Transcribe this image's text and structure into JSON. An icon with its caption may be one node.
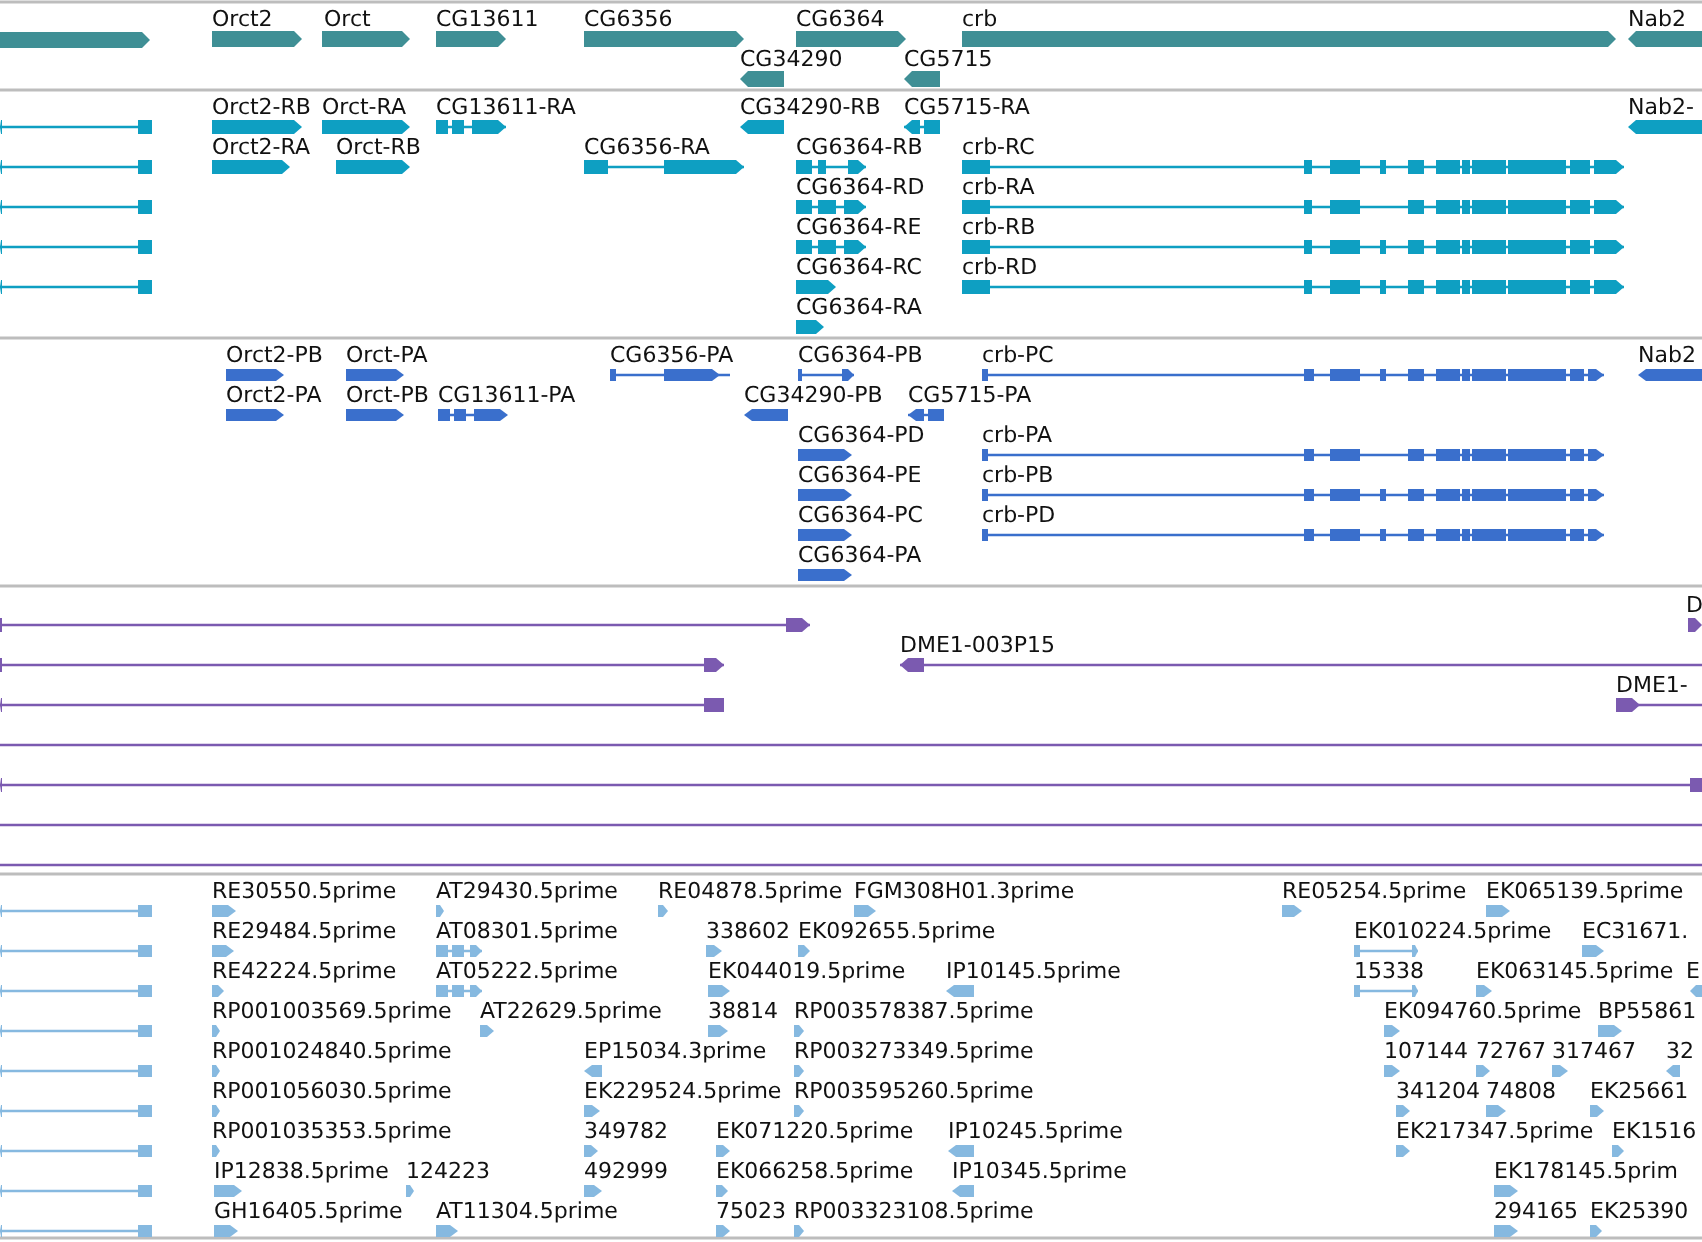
{
  "diagram": {
    "labels": [
      "Orct2",
      "Orct",
      "CG13611",
      "CG6356",
      "CG6364",
      "crb",
      "Nab2",
      "CG34290",
      "CG5715",
      "Orct2-RB",
      "Orct-RA",
      "CG13611-RA",
      "CG34290-RB",
      "CG5715-RA",
      "Nab2-",
      "Orct2-RA",
      "Orct-RB",
      "CG6356-RA",
      "CG6364-RB",
      "crb-RC",
      "CG6364-RD",
      "crb-RA",
      "CG6364-RE",
      "crb-RB",
      "CG6364-RC",
      "crb-RD",
      "CG6364-RA",
      "Orct2-PB",
      "Orct-PA",
      "CG6356-PA",
      "CG6364-PB",
      "crb-PC",
      "Nab2",
      "Orct2-PA",
      "Orct-PB",
      "CG13611-PA",
      "CG34290-PB",
      "CG5715-PA",
      "CG6364-PD",
      "crb-PA",
      "CG6364-PE",
      "crb-PB",
      "CG6364-PC",
      "crb-PD",
      "CG6364-PA",
      "D",
      "DME1-003P15",
      "DME1-",
      "RE30550.5prime",
      "AT29430.5prime",
      "RE04878.5prime",
      "FGM308H01.3prime",
      "RE05254.5prime",
      "EK065139.5prime",
      "RE29484.5prime",
      "AT08301.5prime",
      "338602",
      "EK092655.5prime",
      "EK010224.5prime",
      "EC31671.",
      "RE42224.5prime",
      "AT05222.5prime",
      "EK044019.5prime",
      "IP10145.5prime",
      "15338",
      "EK063145.5prime",
      "E",
      "RP001003569.5prime",
      "AT22629.5prime",
      "38814",
      "RP003578387.5prime",
      "EK094760.5prime",
      "BP55861",
      "RP001024840.5prime",
      "EP15034.3prime",
      "RP003273349.5prime",
      "107144",
      "72767",
      "317467",
      "32",
      "RP001056030.5prime",
      "EK229524.5prime",
      "RP003595260.5prime",
      "341204",
      "74808",
      "EK25661",
      "RP001035353.5prime",
      "349782",
      "EK071220.5prime",
      "IP10245.5prime",
      "EK217347.5prime",
      "EK1516",
      "IP12838.5prime",
      "124223",
      "492999",
      "EK066258.5prime",
      "IP10345.5prime",
      "EK178145.5prim",
      "GH16405.5prime",
      "AT11304.5prime",
      "75023",
      "RP003323108.5prime",
      "294165",
      "EK25390"
    ]
  }
}
